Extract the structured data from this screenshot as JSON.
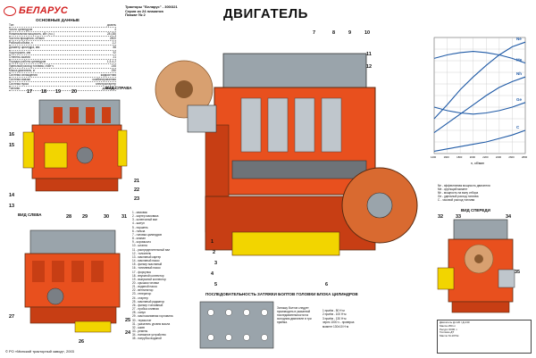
{
  "brand": {
    "name": "БЕЛАРУС"
  },
  "header": {
    "info": [
      "Тракторы \"Беларус\" - 300/321",
      "Серия из 24 плакатов",
      "Плакат № 2"
    ],
    "title": "ДВИГАТЕЛЬ"
  },
  "specs": {
    "title": "ОСНОВНЫЕ ДАННЫЕ",
    "rows": [
      {
        "label": "Тип",
        "value": "дизель"
      },
      {
        "label": "Число цилиндров",
        "value": "4"
      },
      {
        "label": "Номинальная мощность, кВт (л.с.)",
        "value": "28 (38)"
      },
      {
        "label": "Частота вращения, об/мин",
        "value": "2800"
      },
      {
        "label": "Рабочий объём, л",
        "value": "2,2"
      },
      {
        "label": "Диаметр цилиндра, мм",
        "value": "88"
      },
      {
        "label": "Ход поршня, мм",
        "value": "92"
      },
      {
        "label": "Степень сжатия",
        "value": "21"
      },
      {
        "label": "Порядок работы цилиндров",
        "value": "1-3-4-2"
      },
      {
        "label": "Удельный расход топлива, г/кВт·ч",
        "value": "245"
      },
      {
        "label": "Масса двигателя, кг",
        "value": "250"
      },
      {
        "label": "Система охлаждения",
        "value": "жидкостная"
      },
      {
        "label": "Система смазки",
        "value": "комбинированная"
      },
      {
        "label": "Система пуска",
        "value": "электростартер"
      },
      {
        "label": "Топливо",
        "value": "дизельное"
      }
    ]
  },
  "views": {
    "right": "ВИД СПРАВА",
    "left": "ВИД СЛЕВА",
    "front": "ВИД СПЕРЕДИ"
  },
  "callouts": {
    "top_right_view": [
      "17",
      "18",
      "19",
      "20"
    ],
    "right_view_left": [
      "16",
      "15",
      "14",
      "13"
    ],
    "right_view_right": [
      "21",
      "22",
      "23"
    ],
    "left_view": [
      "28",
      "29",
      "30",
      "31",
      "27",
      "26",
      "25",
      "24"
    ],
    "main": [
      "7",
      "8",
      "9",
      "10",
      "11",
      "12",
      "1",
      "2",
      "3",
      "4",
      "5",
      "6"
    ],
    "front_view": [
      "32",
      "33",
      "34",
      "35"
    ]
  },
  "legend": {
    "items": [
      "1 - маховик",
      "2 - картер маховика",
      "3 - коленчатый вал",
      "4 - шатун",
      "5 - поршень",
      "6 - гильза",
      "7 - головка цилиндров",
      "8 - клапан",
      "9 - коромысло",
      "10 - штанга",
      "11 - распределительный вал",
      "12 - толкатель",
      "13 - масляный картер",
      "14 - масляный насос",
      "15 - фильтр масляный",
      "16 - топливный насос",
      "17 - форсунка",
      "18 - впускной коллектор",
      "19 - выпускной коллектор",
      "20 - крышка головки",
      "21 - водяной насос",
      "22 - вентилятор",
      "23 - генератор",
      "24 - стартер",
      "25 - масляный радиатор",
      "26 - фильтр топливный",
      "27 - пробка сливная",
      "28 - сапун",
      "29 - маслозаливная горловина",
      "30 - термостат",
      "31 - указатель уровня масла",
      "32 - шкив",
      "33 - ремень",
      "34 - натяжное устройство",
      "35 - патрубок водяной"
    ]
  },
  "bolt_section": {
    "title": "ПОСЛЕДОВАТЕЛЬНОСТЬ ЗАТЯЖКИ БОЛТОВ ГОЛОВКИ БЛОКА ЦИЛИНДРОВ",
    "note": "Затяжку болтов следует производить в указанной последовательности на холодном двигателе в три приёма.",
    "values": [
      "1 приём - 50 Н·м",
      "2 приём - 100 Н·м",
      "3 приём - 130 Н·м",
      "через 1000 ч - проверка",
      "момент 130±10 Н·м"
    ]
  },
  "chart_data": {
    "type": "line",
    "title": "",
    "xlabel": "n, об/мин",
    "ylabel": "",
    "x": [
      1400,
      1600,
      1800,
      2000,
      2200,
      2400,
      2600,
      2800
    ],
    "xlim": [
      1400,
      2800
    ],
    "ylim": [
      0,
      100
    ],
    "series": [
      {
        "name": "Ne",
        "color": "#1f5aa6",
        "values": [
          30,
          42,
          55,
          66,
          76,
          85,
          92,
          96
        ]
      },
      {
        "name": "Me",
        "color": "#1f5aa6",
        "values": [
          82,
          85,
          87,
          88,
          87,
          85,
          82,
          78
        ]
      },
      {
        "name": "Nh",
        "color": "#1f5aa6",
        "values": [
          18,
          26,
          34,
          42,
          50,
          57,
          62,
          66
        ]
      },
      {
        "name": "Ge",
        "color": "#1f5aa6",
        "values": [
          40,
          37,
          35,
          34,
          35,
          37,
          40,
          44
        ]
      },
      {
        "name": "C",
        "color": "#1f5aa6",
        "values": [
          2,
          4,
          6,
          8,
          10,
          13,
          16,
          20
        ]
      }
    ],
    "grid": true
  },
  "chart_legend": [
    "Ne - эффективная мощность двигателя",
    "Me - крутящий момент",
    "Nh - мощность на валу отбора",
    "Ge - удельный расход топлива",
    "C - часовой расход топлива"
  ],
  "bottom_box": {
    "lines": [
      "Двигатель Д-120 / Д-130",
      "Масса 250 кг",
      "Ресурс 6000 ч",
      "Топливо ДТ",
      "Масло М-10Г2к"
    ]
  },
  "footer": {
    "copyright": "© РО «Минский тракторный завод», 2003"
  },
  "colors": {
    "block": "#e8501e",
    "head": "#9aa4ab",
    "yellow": "#f2d500",
    "dark": "#5a2a10",
    "blue": "#1f5aa6"
  }
}
